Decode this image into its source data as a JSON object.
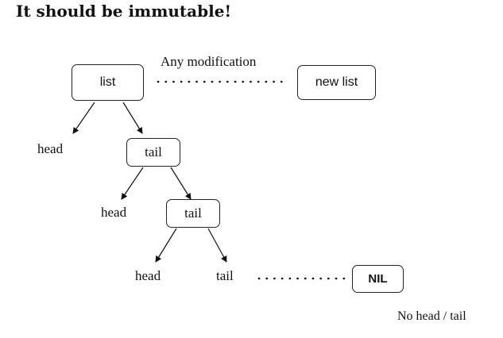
{
  "title": "It should be immutable!",
  "nodes": {
    "list": "list",
    "new_list": "new list",
    "tail_1": "tail",
    "tail_2": "tail",
    "nil": "NIL"
  },
  "labels": {
    "any_modification": "Any modification",
    "head_1": "head",
    "head_2": "head",
    "head_3": "head",
    "tail_3": "tail",
    "no_head_tail": "No head / tail"
  }
}
